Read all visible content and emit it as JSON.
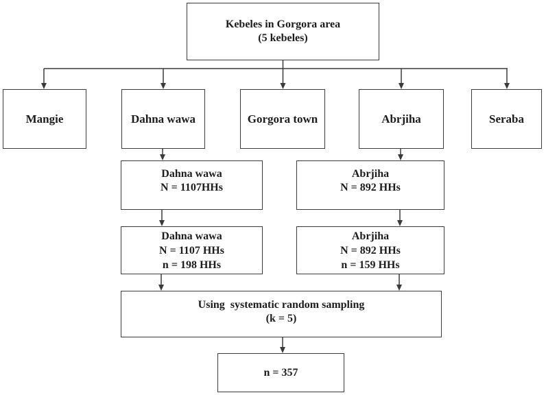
{
  "figure": {
    "root": {
      "line1": "Kebeles in Gorgora area",
      "line2": "(5 kebeles)"
    },
    "kebeles": [
      {
        "label": "Mangie"
      },
      {
        "label": "Dahna wawa"
      },
      {
        "label": "Gorgora town"
      },
      {
        "label": "Abrjiha"
      },
      {
        "label": "Seraba"
      }
    ],
    "dahna_population": {
      "line1": "Dahna wawa",
      "line2": "N = 1107HHs"
    },
    "abrjiha_population": {
      "line1": "Abrjiha",
      "line2": "N = 892 HHs"
    },
    "dahna_sample": {
      "line1": "Dahna wawa",
      "line2": "N = 1107 HHs",
      "line3": "n = 198 HHs"
    },
    "abrjiha_sample": {
      "line1": "Abrjiha",
      "line2": "N = 892 HHs",
      "line3": "n = 159 HHs"
    },
    "sampling_method": {
      "line1": "Using  systematic random sampling",
      "line2": "(k = 5)"
    },
    "total_sample": {
      "label": "n = 357"
    }
  },
  "colors": {
    "border": "#3a3a3a",
    "line": "#3a3a3a",
    "text": "#1c1c1c",
    "background": "#ffffff"
  }
}
